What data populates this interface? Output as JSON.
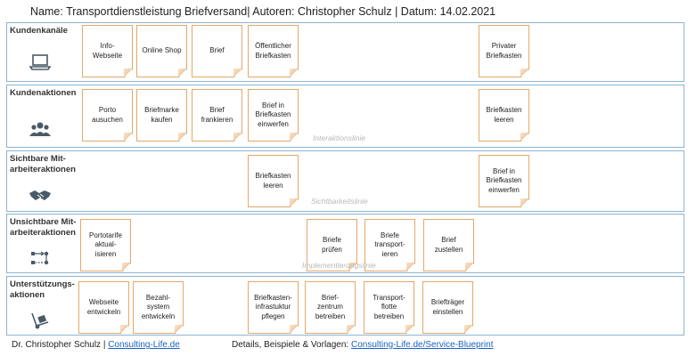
{
  "header": {
    "name_label": "Name:",
    "name_value": "Transportdienstleistung Briefversand",
    "authors_label": "Autoren:",
    "authors_value": "Christopher Schulz",
    "date_label": "Datum:",
    "date_value": "14.02.2021"
  },
  "lanes": [
    {
      "title": "Kundenkanäle",
      "icon": "laptop-icon",
      "cards": [
        "Info-\nWebseite",
        "Online Shop",
        "Brief",
        "Öffentlicher\nBriefkasten",
        "Privater\nBriefkasten"
      ]
    },
    {
      "title": "Kundenaktionen",
      "icon": "people-icon",
      "line_label": "Interaktionslinie",
      "cards": [
        "Porto\nausuchen",
        "Briefmarke\nkaufen",
        "Brief\nfrankieren",
        "Brief in\nBriefkasten\neinwerfen",
        "Briefkasten\nleeren"
      ]
    },
    {
      "title": "Sichtbare Mit-\narbeiteraktionen",
      "icon": "handshake-icon",
      "line_label": "Sichtbarkeitslinie",
      "cards": [
        "Briefkasten\nleeren",
        "Brief in\nBriefkasten\neinwerfen"
      ]
    },
    {
      "title": "Unsichtbare Mit-\narbeiteraktionen",
      "icon": "workflow-icon",
      "line_label": "Implementierungslinie",
      "cards": [
        "Portotarife\naktual-\nisieren",
        "Briefe\nprüfen",
        "Briefe\ntransport-\nieren",
        "Brief\nzustellen"
      ]
    },
    {
      "title": "Unterstützungs-\naktionen",
      "icon": "hand-truck-icon",
      "cards": [
        "Webseite\nentwickeln",
        "Bezahl-\nsystem\nentwickeln",
        "Briefkasten-\ninfrastuktur\npflegen",
        "Brief-\nzentrum\nbetreiben",
        "Transport-\nflotte\nbetreiben",
        "Briefträger\neinstellen"
      ]
    }
  ],
  "footer": {
    "author": "Dr. Christopher Schulz",
    "author_link": "Consulting-Life.de",
    "details_label": "Details, Beispiele & Vorlagen:",
    "details_link": "Consulting-Life.de/Service-Blueprint"
  },
  "colors": {
    "lane_border": "#8eb4cf",
    "card_border": "#e4a86c",
    "link": "#1a63c2",
    "line_label": "#b8b8b8",
    "icon": "#4a5a66"
  }
}
